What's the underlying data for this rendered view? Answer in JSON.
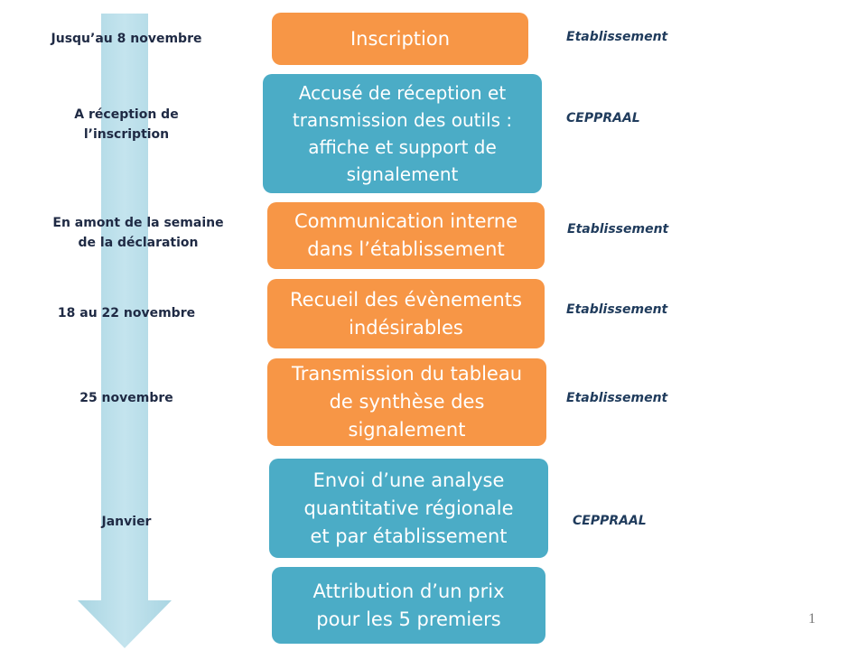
{
  "timeline": [
    {
      "when": "Jusqu’au 8 novembre",
      "step": "Inscription",
      "who": "Etablissement",
      "color": "orange"
    },
    {
      "when": "A réception de\nl’inscription",
      "step": "Accusé de réception et\ntransmission des outils :\naffiche et support de\nsignalement",
      "who": "CEPPRAAL",
      "color": "blue"
    },
    {
      "when": "En amont de la semaine\nde la déclaration",
      "step": "Communication interne\ndans l’établissement",
      "who": "Etablissement",
      "color": "orange"
    },
    {
      "when": "18 au 22 novembre",
      "step": "Recueil des évènements\nindésirables",
      "who": "Etablissement",
      "color": "orange"
    },
    {
      "when": "25 novembre",
      "step": "Transmission du tableau\nde synthèse des\nsignalement",
      "who": "Etablissement",
      "color": "orange"
    },
    {
      "when": "Janvier",
      "step": "Envoi d’une analyse\nquantitative régionale\net par établissement",
      "who": "CEPPRAAL",
      "color": "blue"
    },
    {
      "when": "",
      "step": "Attribution d’un prix\npour les 5 premiers",
      "who": "",
      "color": "blue"
    }
  ],
  "colors": {
    "orange": "#f79646",
    "blue": "#4bacc6",
    "arrow": "#b7dde8"
  },
  "page_number": "1"
}
